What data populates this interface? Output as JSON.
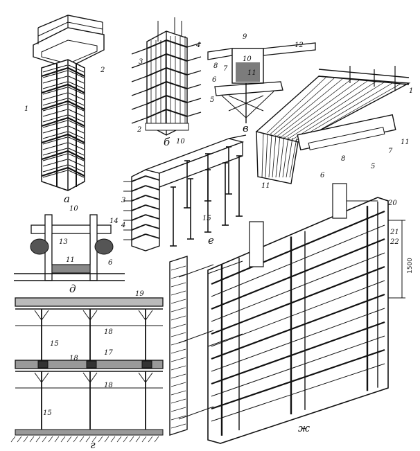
{
  "figure": {
    "subfigure_labels": {
      "a": "а",
      "b": "б",
      "v": "в",
      "g": "г",
      "d": "д",
      "e": "е",
      "zh": "ж"
    },
    "part_numbers": {
      "n1": "1",
      "n2": "2",
      "n3": "3",
      "n4": "4",
      "n5": "5",
      "n6": "6",
      "n7": "7",
      "n8": "8",
      "n9": "9",
      "n10": "10",
      "n11": "11",
      "n12": "12",
      "n13": "13",
      "n14": "14",
      "n15": "15",
      "n17": "17",
      "n18": "18",
      "n19": "19",
      "n20": "20",
      "n21": "21",
      "n22": "22"
    },
    "dimension": "1500"
  }
}
